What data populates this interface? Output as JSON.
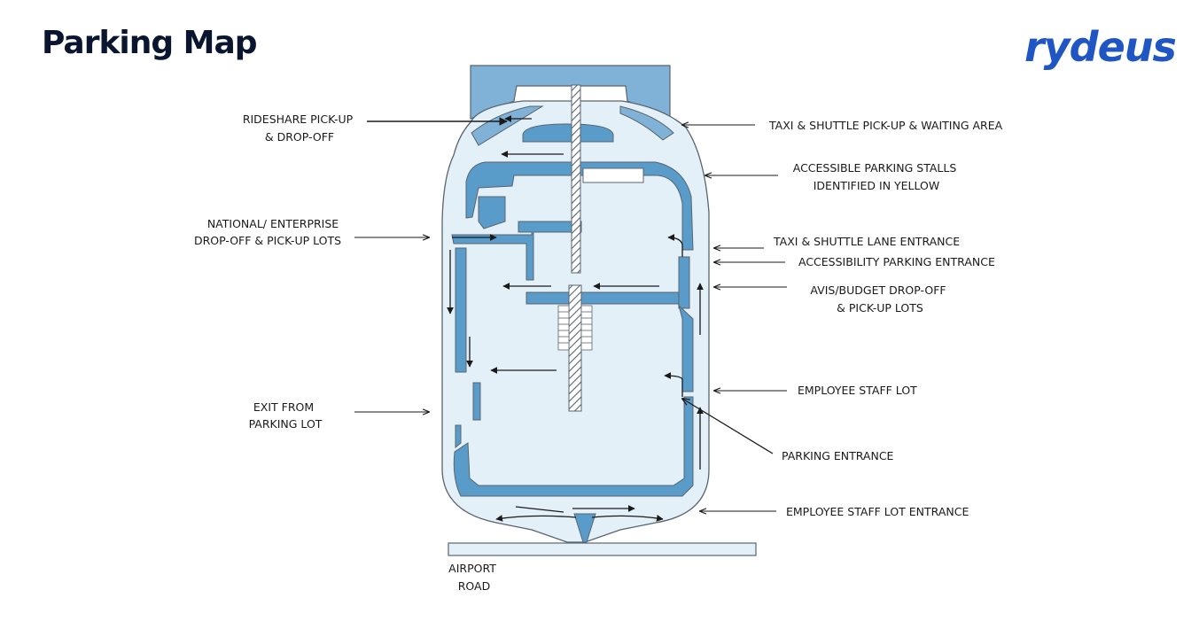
{
  "header": {
    "title": "Parking Map",
    "brand": "rydeus"
  },
  "colors": {
    "building_fill": "#7fb2d6",
    "lot_fill": "#e4f0f8",
    "wall_fill": "#5a9cc9",
    "outline": "#5a6470",
    "text": "#1a1a1a",
    "brand": "#1f56c4",
    "title": "#0a1530"
  },
  "labels": {
    "rideshare": [
      "RIDESHARE PICK-UP",
      "& DROP-OFF"
    ],
    "national": [
      "NATIONAL/ ENTERPRISE",
      "DROP-OFF & PICK-UP LOTS"
    ],
    "exit": [
      "EXIT FROM",
      "PARKING LOT"
    ],
    "airport_road": [
      "AIRPORT",
      "ROAD"
    ],
    "taxi_pickup": [
      "TAXI & SHUTTLE PICK-UP & WAITING AREA"
    ],
    "accessible_stalls": [
      "ACCESSIBLE PARKING STALLS",
      "IDENTIFIED IN YELLOW"
    ],
    "taxi_lane": [
      "TAXI & SHUTTLE LANE ENTRANCE"
    ],
    "accessibility_entrance": [
      "ACCESSIBILITY PARKING ENTRANCE"
    ],
    "avis": [
      "AVIS/BUDGET DROP-OFF",
      "& PICK-UP LOTS"
    ],
    "employee_lot": [
      "EMPLOYEE STAFF LOT"
    ],
    "parking_entrance": [
      "PARKING ENTRANCE"
    ],
    "employee_entrance": [
      "EMPLOYEE STAFF LOT ENTRANCE"
    ]
  }
}
